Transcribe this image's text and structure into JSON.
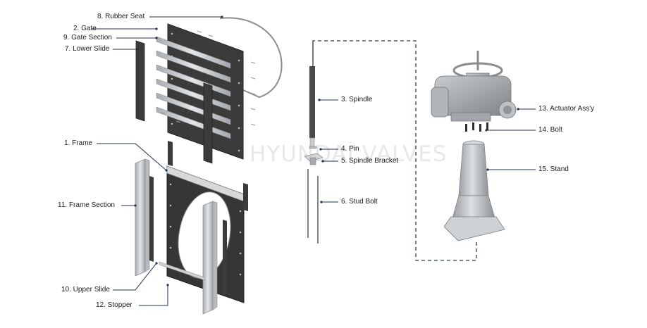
{
  "watermark": "HYUNDAI VALVES",
  "labels": {
    "frame": "1. Frame",
    "gate": "2. Gate",
    "spindle": "3. Spindle",
    "pin": "4. Pin",
    "spindle_bracket": "5. Spindle Bracket",
    "stud_bolt": "6. Stud Bolt",
    "lower_slide": "7. Lower Slide",
    "rubber_seat": "8. Rubber Seat",
    "gate_section": "9. Gate Section",
    "upper_slide": "10. Upper Slide",
    "frame_section": "11. Frame Section",
    "stopper": "12. Stopper",
    "actuator": "13. Actuator Ass'y",
    "bolt": "14. Bolt",
    "stand": "15. Stand"
  },
  "colors": {
    "leader": "#1f3350",
    "dark_plate": "#3a3a3a",
    "steel": "#cfd1d3",
    "steel_dark": "#8e9296",
    "watermark": "#e6e8ea"
  }
}
